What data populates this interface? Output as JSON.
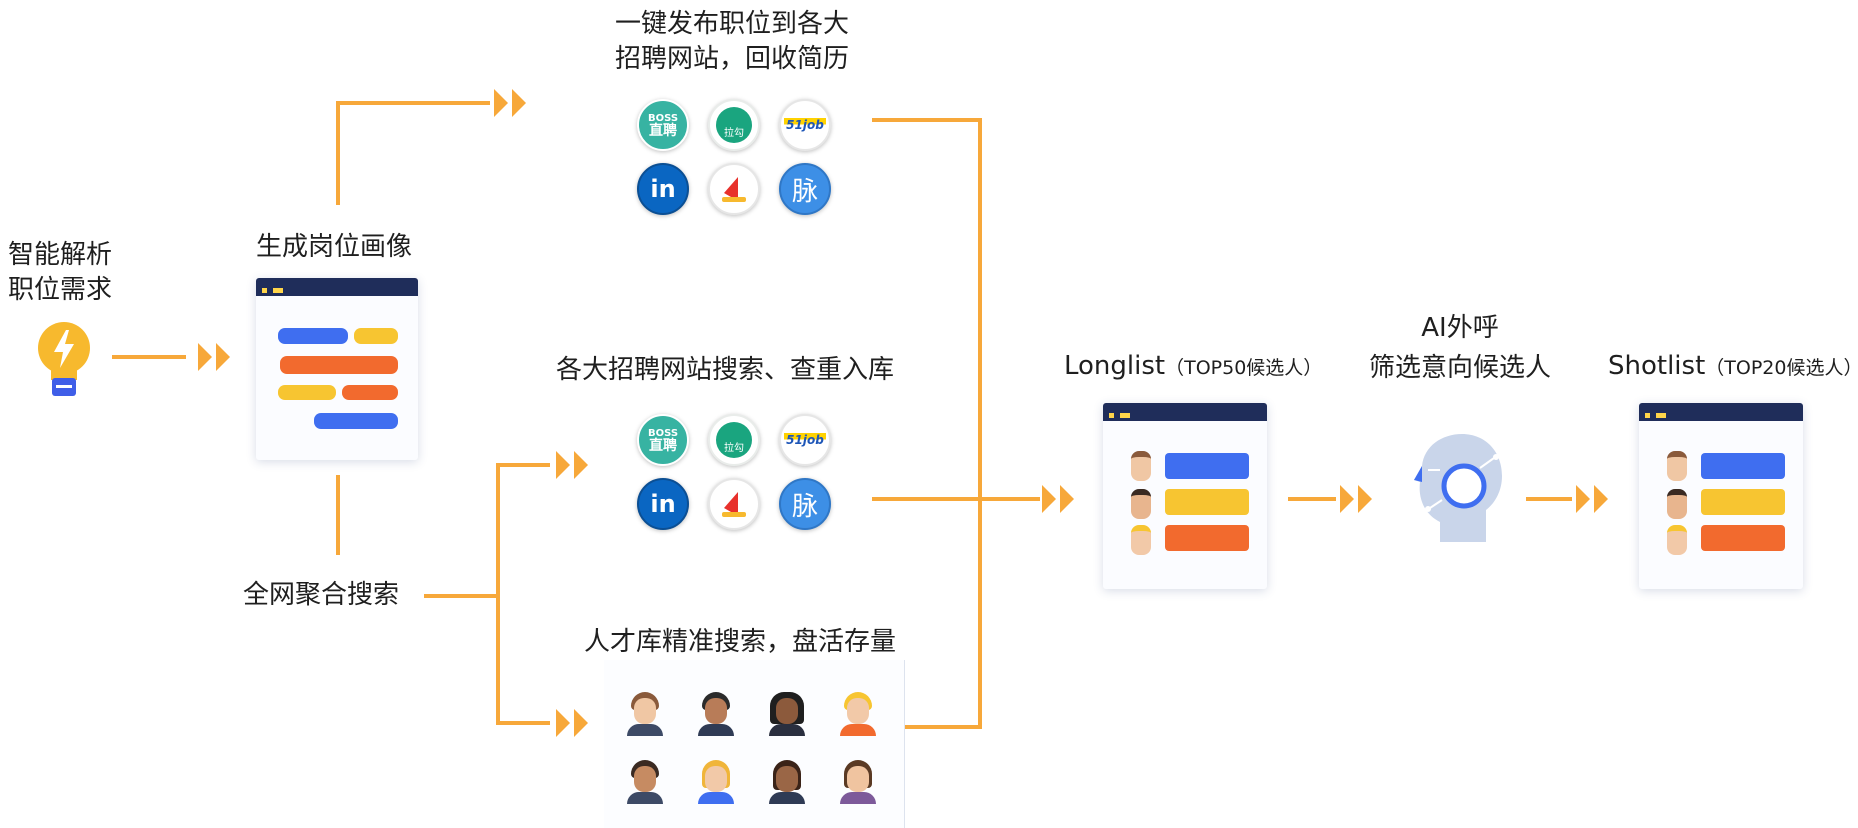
{
  "labels": {
    "parse": [
      "智能解析",
      "职位需求"
    ],
    "portrait": "生成岗位画像",
    "publish": [
      "一键发布职位到各大",
      "招聘网站，回收简历"
    ],
    "search_sites": "各大招聘网站搜索、查重入库",
    "aggregate": "全网聚合搜索",
    "talent_pool": "人才库精准搜索，盘活存量",
    "longlist": "Longlist",
    "longlist_note": "（TOP50候选人）",
    "ai_call": [
      "AI外呼",
      "筛选意向候选人"
    ],
    "shotlist": "Shotlist",
    "shotlist_note": "（TOP20候选人）"
  },
  "logos": [
    {
      "name": "boss",
      "icon": "boss-zhipin-logo",
      "text": [
        "BOSS",
        "直聘"
      ]
    },
    {
      "name": "lagou",
      "icon": "lagou-logo",
      "text": "拉勾"
    },
    {
      "name": "job51",
      "icon": "51job-logo",
      "text": "51job"
    },
    {
      "name": "linkedin",
      "icon": "linkedin-logo",
      "text": "in"
    },
    {
      "name": "liepin",
      "icon": "liepin-logo",
      "text": ""
    },
    {
      "name": "maimai",
      "icon": "maimai-logo",
      "text": "脉"
    }
  ],
  "colors": {
    "accent_orange": "#f7a83a",
    "blue": "#3f6ef0",
    "yellow": "#f7c531",
    "red_orange": "#f26a2e",
    "navy": "#1f2d5a",
    "bulb": "#f7b92e"
  }
}
